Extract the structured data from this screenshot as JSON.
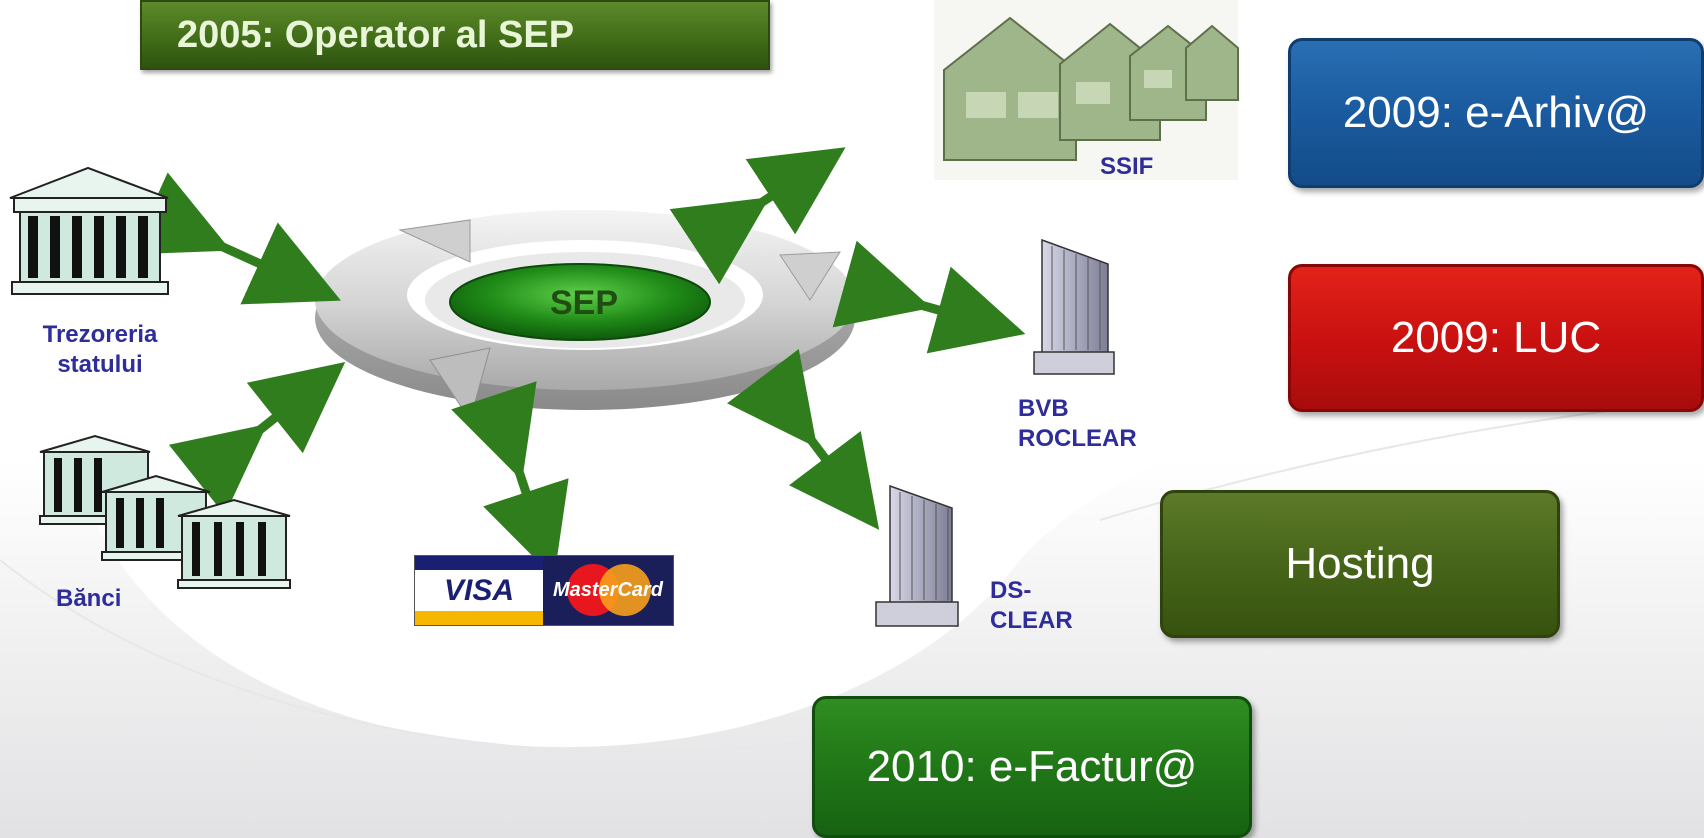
{
  "title": "2005: Operator al SEP",
  "center": {
    "label": "SEP"
  },
  "nodes": {
    "trezoreria": "Trezoreria statului",
    "banci": "Bănci",
    "ssif": "SSIF",
    "bvb_line1": "BVB",
    "bvb_line2": "ROCLEAR",
    "ds_line1": "DS-",
    "ds_line2": "CLEAR"
  },
  "cards": {
    "visa": "VISA",
    "mastercard": "MasterCard"
  },
  "services": {
    "earhiva": "2009: e-Arhiv@",
    "luc": "2009: LUC",
    "hosting": "Hosting",
    "efactura": "2010: e-Factur@"
  },
  "colors": {
    "title_green": "#3f6a17",
    "label_blue": "#2e2d9a",
    "box_blue": "#1a5a9f",
    "box_red": "#c81010",
    "box_olive": "#456318",
    "box_green": "#1f7516",
    "arrow_green": "#2f7d1d"
  }
}
